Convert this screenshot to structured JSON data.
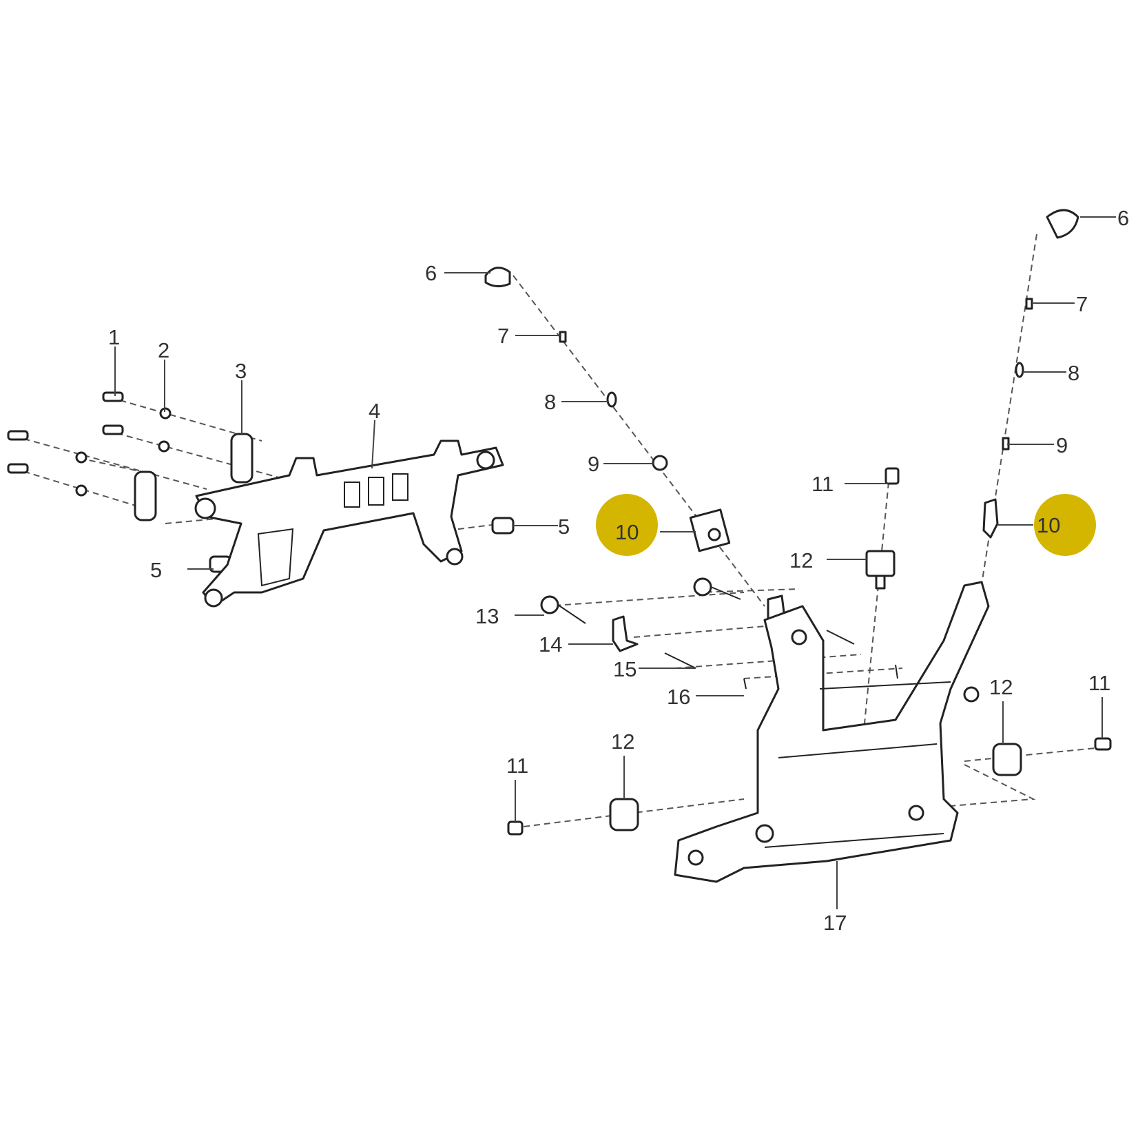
{
  "diagram": {
    "type": "exploded-parts-diagram",
    "highlight_color": "#D4B500",
    "callouts": [
      "1",
      "2",
      "3",
      "4",
      "5",
      "5",
      "6",
      "7",
      "8",
      "9",
      "10",
      "11",
      "12",
      "13",
      "14",
      "15",
      "16",
      "6",
      "7",
      "8",
      "9",
      "10",
      "12",
      "11",
      "11",
      "12",
      "17"
    ]
  }
}
